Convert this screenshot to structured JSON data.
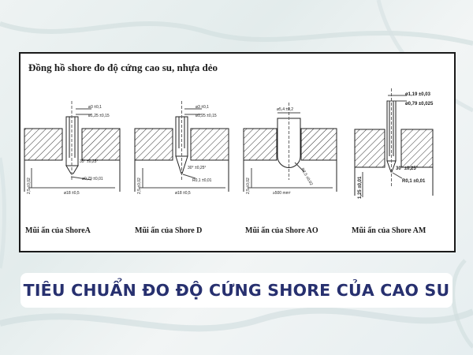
{
  "diagram": {
    "heading": "Đồng hồ shore đo độ cứng cao su, nhựa dẻo",
    "indenters": [
      {
        "caption": "Mũi ấn của ShoreA",
        "dims": [
          "ø3 ±0,1",
          "ø1,25 ±0,15",
          "35° ±0,25°",
          "ø0,79 ±0,01",
          "2,5 ±0,02",
          "ø18 ±0,5"
        ]
      },
      {
        "caption": "Mũi ấn của Shore D",
        "dims": [
          "ø3 ±0,1",
          "ø1,25 ±0,15",
          "30° ±0,25°",
          "R0,1 ±0,01",
          "2,5 ±0,02",
          "ø18 ±0,5"
        ]
      },
      {
        "caption": "Mũi ấn của Shore AO",
        "dims": [
          "ø5,4 ±0,2",
          "R2,5 ±0,02",
          "2,5 ±0,02",
          "≥500 mm²"
        ]
      },
      {
        "caption": "Mũi ấn của Shore AM",
        "dims": [
          "ø1,19 ±0,03",
          "ø0,79 ±0,025",
          "30° ±0,25°",
          "R0,1 ±0,01",
          "1,25 ±0,01"
        ]
      }
    ]
  },
  "banner": {
    "title": "TIÊU CHUẨN ĐO ĐỘ CỨNG SHORE CỦA CAO SU"
  },
  "colors": {
    "title_text": "#27306f",
    "line": "#1a1a1a",
    "background": "#e9f0f0"
  }
}
